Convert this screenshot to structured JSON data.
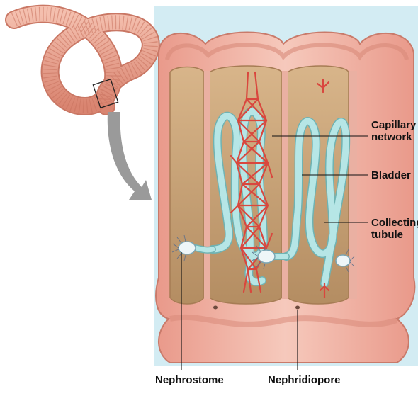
{
  "labels": {
    "capillary_line1": "Capillary",
    "capillary_line2": "network",
    "bladder": "Bladder",
    "collecting_line1": "Collecting",
    "collecting_line2": "tubule",
    "nephrostome": "Nephrostome",
    "nephridiopore": "Nephridiopore"
  },
  "colors": {
    "background_panel": "#d3ecf3",
    "body_wall": "#f2b7a8",
    "body_wall_dark": "#d98a7a",
    "segment_interior": "#c9a67a",
    "tubule": "#a9dede",
    "capillary": "#d9473e",
    "arrow": "#9a9a9a",
    "worm": "#e9a08c"
  }
}
